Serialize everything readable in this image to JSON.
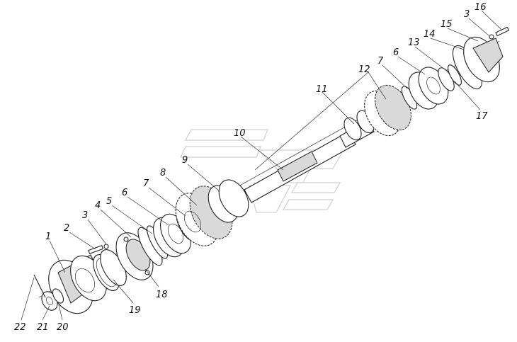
{
  "diagram": {
    "callouts": [
      "1",
      "2",
      "3",
      "4",
      "5",
      "6",
      "7",
      "8",
      "9",
      "10",
      "11",
      "12",
      "7",
      "6",
      "13",
      "14",
      "15",
      "3",
      "16",
      "17",
      "18",
      "19",
      "20",
      "21",
      "22"
    ]
  },
  "colors": {
    "line": "#222222",
    "watermark": "#d0d0d0",
    "background": "#ffffff"
  }
}
